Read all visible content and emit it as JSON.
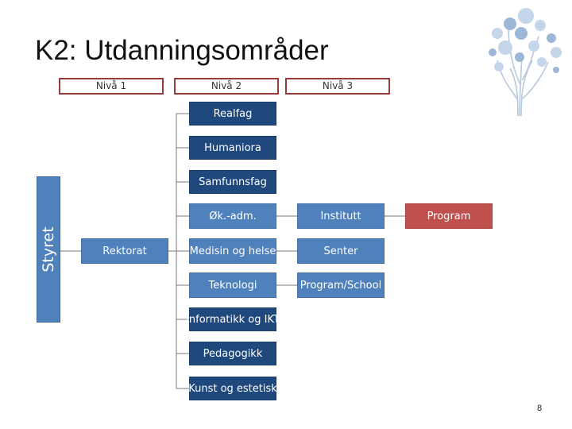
{
  "title": "K2: Utdanningsområder",
  "levels": [
    "Nivå 1",
    "Nivå 2",
    "Nivå 3"
  ],
  "styret": "Styret",
  "rektorat": "Rektorat",
  "faculties": {
    "realfag": "Realfag",
    "humaniora": "Humaniora",
    "samfunnsfag": "Samfunnsfag",
    "okadm": "Øk.-adm.",
    "medisin": "Medisin og helse",
    "teknologi": "Teknologi",
    "informatikk": "Informatikk og IKT",
    "pedagogikk": "Pedagogikk",
    "kunst": "Kunst og estetisk"
  },
  "units": {
    "institutt": "Institutt",
    "senter": "Senter",
    "program_school": "Program/School",
    "program": "Program"
  },
  "page_number": "8",
  "colors": {
    "dark_blue": "#1f497d",
    "medium_blue": "#4f81bd",
    "red": "#c0504d",
    "header_border": "#9a3b3b",
    "tree_light": "#c5d5ea",
    "tree_mid": "#9db7d8"
  },
  "logo_icon": "tree-logo-icon"
}
